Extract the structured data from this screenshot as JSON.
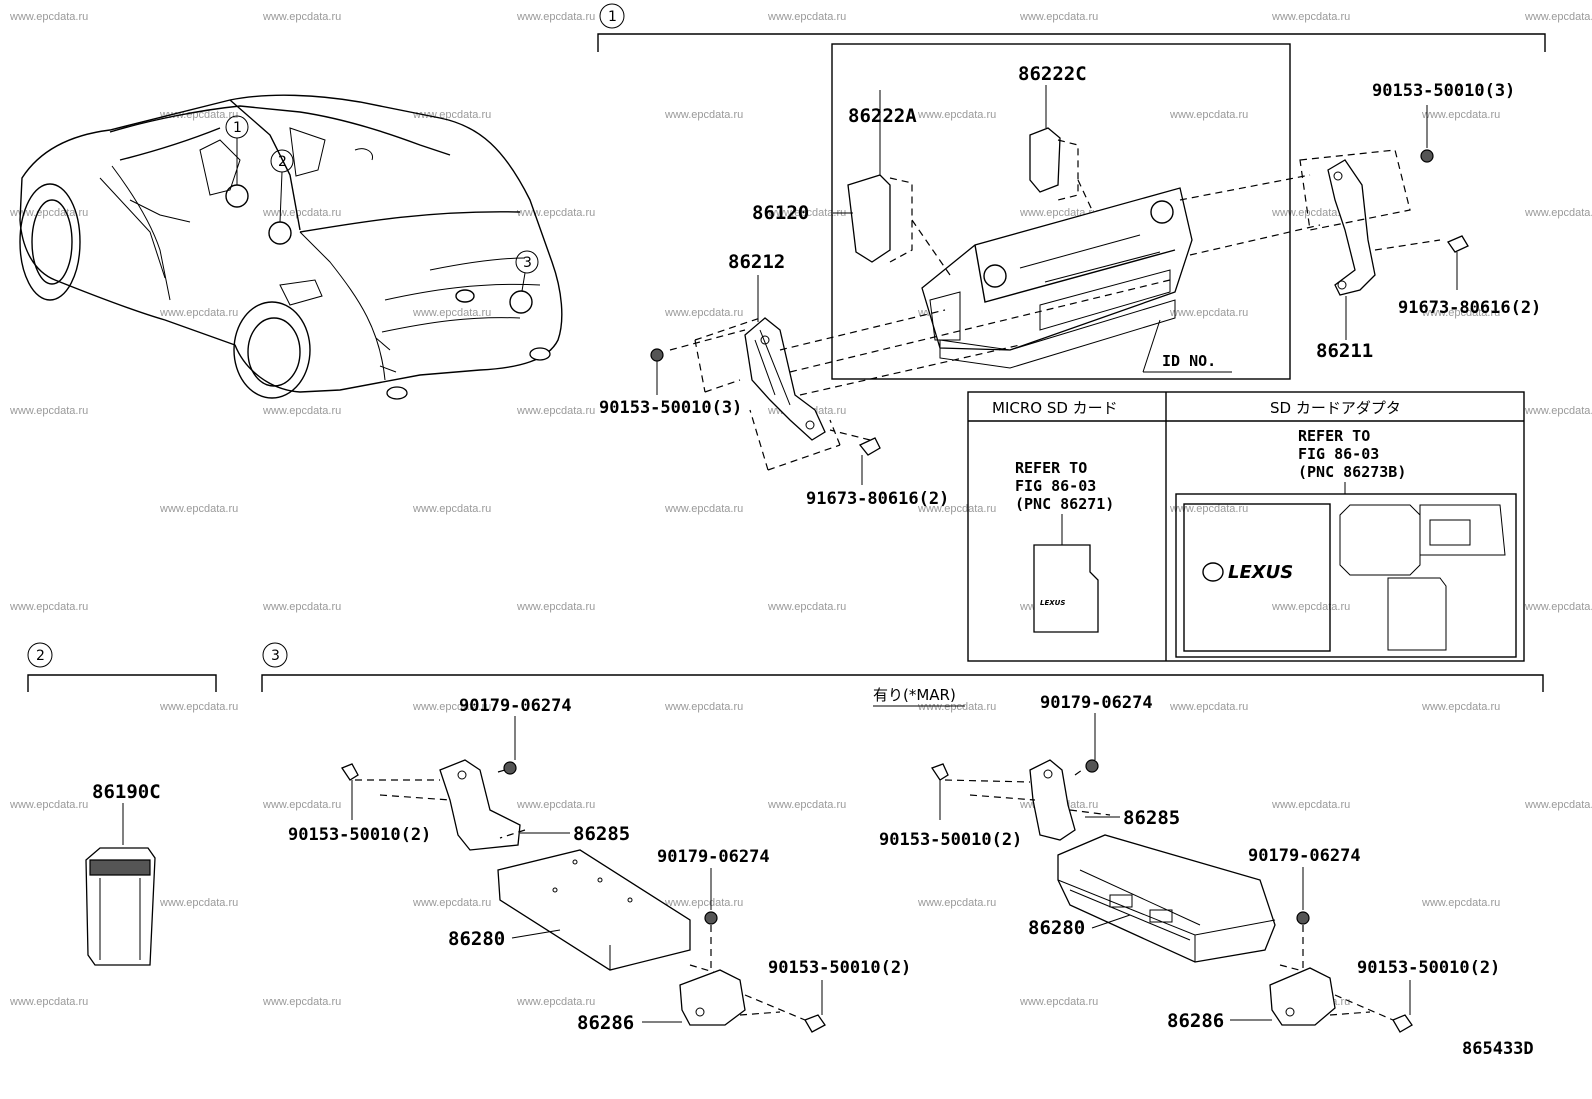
{
  "watermark": "www.epcdata.ru",
  "diagram_id": "865433D",
  "callouts": [
    "1",
    "2",
    "3"
  ],
  "labels": {
    "p86222C": "86222C",
    "p86222A": "86222A",
    "p86120": "86120",
    "p86212": "86212",
    "p86211": "86211",
    "b90153_3_right": "90153-50010(3)",
    "b90153_3_left": "90153-50010(3)",
    "b91673_2_right": "91673-80616(2)",
    "b91673_2_left": "91673-80616(2)",
    "id_no": "ID NO.",
    "p86190C": "86190C",
    "a_90179_top": "90179-06274",
    "a_90153_2": "90153-50010(2)",
    "a_86285": "86285",
    "a_90179_mid": "90179-06274",
    "a_86280": "86280",
    "a_90153_2b": "90153-50010(2)",
    "a_86286": "86286",
    "variant_label": "有り(*MAR)",
    "b_90179_top": "90179-06274",
    "b_90153_2": "90153-50010(2)",
    "b_86285": "86285",
    "b_90179_mid": "90179-06274",
    "b_86280": "86280",
    "b_90153_2b": "90153-50010(2)",
    "b_86286": "86286"
  },
  "table": {
    "col1_header": "MICRO SD カード",
    "col2_header": "SD カードアダプタ",
    "col1_ref": [
      "REFER TO",
      "FIG 86-03",
      "(PNC 86271)"
    ],
    "col2_ref": [
      "REFER TO",
      "FIG 86-03",
      "(PNC 86273B)"
    ],
    "logo": "LEXUS"
  }
}
